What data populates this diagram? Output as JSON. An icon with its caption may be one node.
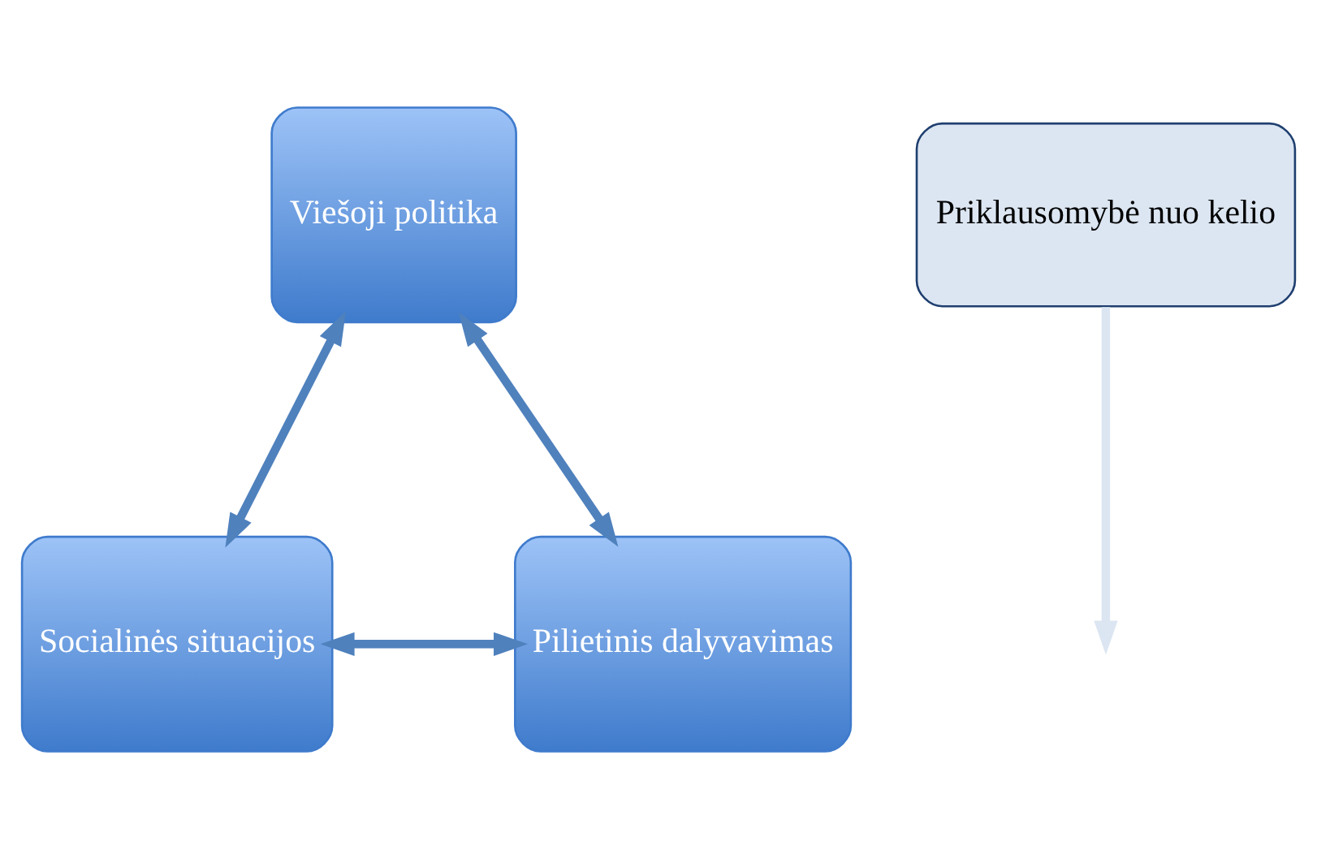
{
  "diagram": {
    "nodes": [
      {
        "text": [
          "Viešoji politika"
        ]
      },
      {
        "text": [
          "Socialinės situacijos"
        ]
      },
      {
        "text": [
          "Pilietinis dalyvavimas"
        ]
      },
      {
        "text": [
          "Priklausomybė nuo kelio"
        ]
      }
    ],
    "edges": [
      {
        "from": 0,
        "to": 1,
        "arrow": "both"
      },
      {
        "from": 0,
        "to": 2,
        "arrow": "both"
      },
      {
        "from": 1,
        "to": 2,
        "arrow": "both"
      },
      {
        "from": 3,
        "to": null,
        "arrow": "to",
        "color": "#dce6f2"
      }
    ]
  }
}
